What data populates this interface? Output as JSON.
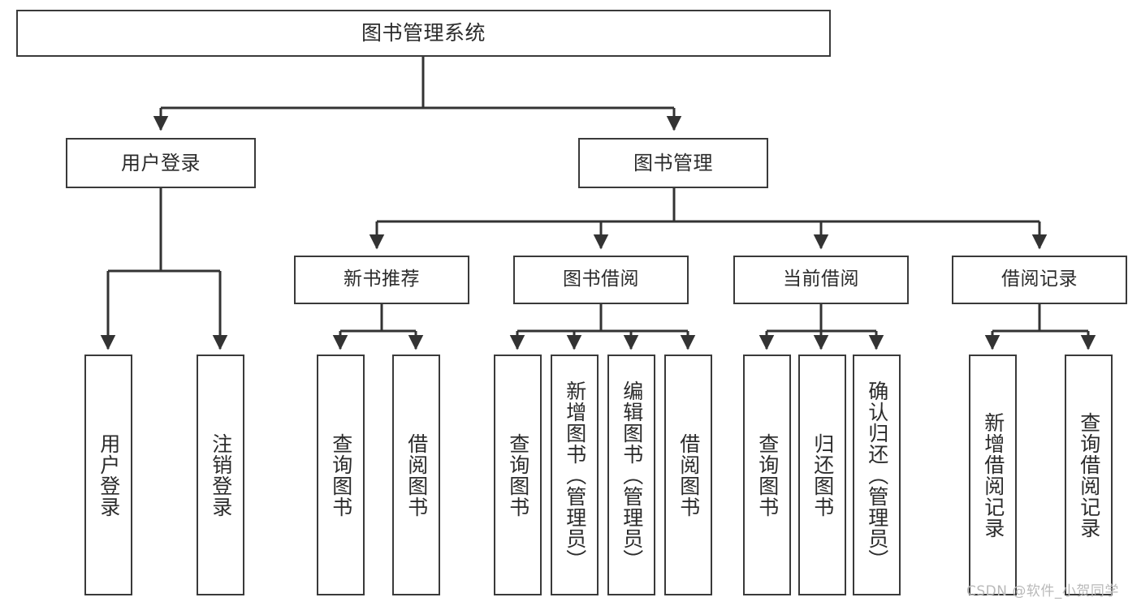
{
  "diagram": {
    "title": "图书管理系统",
    "type": "tree-hierarchy-chart",
    "watermark": "CSDN @软件_小贺同学",
    "colors": {
      "box_border": "#3a3a3a",
      "box_fill": "#ffffff",
      "edge": "#333333",
      "text": "#2b2b2b",
      "watermark": "#b9b9b9",
      "background": "#ffffff"
    },
    "root": {
      "id": "root",
      "label": "图书管理系统"
    },
    "level2": [
      {
        "id": "l2-0",
        "label": "用户登录"
      },
      {
        "id": "l2-1",
        "label": "图书管理"
      }
    ],
    "level3": [
      {
        "id": "l3-0",
        "label": "新书推荐"
      },
      {
        "id": "l3-1",
        "label": "图书借阅"
      },
      {
        "id": "l3-2",
        "label": "当前借阅"
      },
      {
        "id": "l3-3",
        "label": "借阅记录"
      }
    ],
    "leaves": [
      {
        "id": "leaf-0",
        "label": "用户登录",
        "parent": "用户登录"
      },
      {
        "id": "leaf-1",
        "label": "注销登录",
        "parent": "用户登录"
      },
      {
        "id": "leaf-2",
        "label": "查询图书",
        "parent": "新书推荐"
      },
      {
        "id": "leaf-3",
        "label": "借阅图书",
        "parent": "新书推荐"
      },
      {
        "id": "leaf-4",
        "label": "查询图书",
        "parent": "图书借阅"
      },
      {
        "id": "leaf-5",
        "label": "新增图书（管理员）",
        "parent": "图书借阅"
      },
      {
        "id": "leaf-6",
        "label": "编辑图书（管理员）",
        "parent": "图书借阅"
      },
      {
        "id": "leaf-7",
        "label": "借阅图书",
        "parent": "图书借阅"
      },
      {
        "id": "leaf-8",
        "label": "查询图书",
        "parent": "当前借阅"
      },
      {
        "id": "leaf-9",
        "label": "归还图书",
        "parent": "当前借阅"
      },
      {
        "id": "leaf-10",
        "label": "确认归还（管理员）",
        "parent": "当前借阅"
      },
      {
        "id": "leaf-11",
        "label": "新增借阅记录",
        "parent": "借阅记录"
      },
      {
        "id": "leaf-12",
        "label": "查询借阅记录",
        "parent": "借阅记录"
      }
    ]
  }
}
